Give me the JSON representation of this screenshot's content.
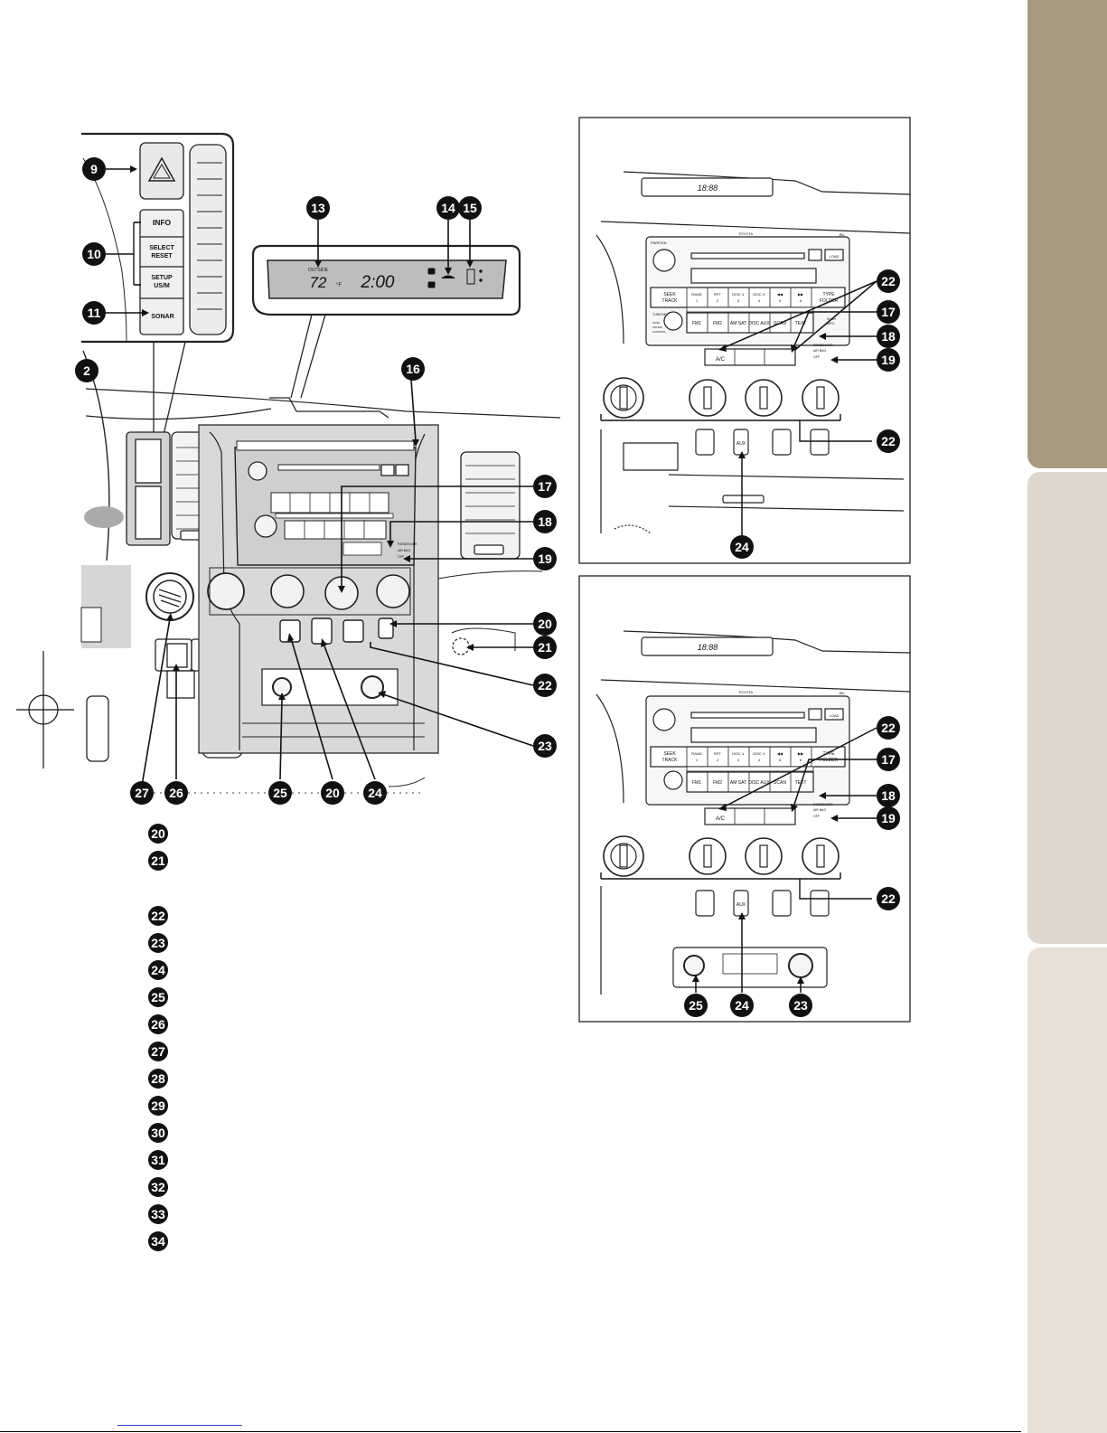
{
  "page": {
    "tabs": [
      {
        "name": "tab-top",
        "color": "#a89a82"
      },
      {
        "name": "tab-middle",
        "color": "#ddd7cd"
      },
      {
        "name": "tab-bottom",
        "color": "#e6e0d7"
      }
    ]
  },
  "left_figure": {
    "callouts": [
      "9",
      "10",
      "11",
      "2",
      "13",
      "14",
      "15",
      "16",
      "17",
      "18",
      "19",
      "20",
      "21",
      "22",
      "23",
      "24",
      "25",
      "26",
      "27"
    ],
    "bottom_callouts": [
      "27",
      "26",
      "25",
      "20",
      "24"
    ],
    "buttons": {
      "info": "INFO",
      "select_reset_1": "SELECT",
      "select_reset_2": "RESET",
      "setup_1": "SETUP",
      "setup_2": "US/M",
      "sonar": "SONAR"
    },
    "display": {
      "outside_label": "OUTSIDE",
      "temperature": "72",
      "temp_unit": "°F",
      "clock": "2:00"
    },
    "small_labels": {
      "airbag_1": "PASSENGER",
      "airbag_2": "AIR BAG",
      "airbag_3": "OFF"
    }
  },
  "right_top_figure": {
    "display": "18:88",
    "brand": "TOYOTA",
    "jbl": "JBL",
    "pwr_vol": "PWR/VOL",
    "load": "LOAD",
    "seek_track": [
      "SEEK",
      "TRACK"
    ],
    "type_folder": [
      "TYPE",
      "FOLDER"
    ],
    "presets": [
      {
        "top": "RAND",
        "bottom": "1"
      },
      {
        "top": "RPT",
        "bottom": "2"
      },
      {
        "top": "DISC ∨",
        "bottom": "3"
      },
      {
        "top": "DISC ∧",
        "bottom": "4"
      },
      {
        "top": "◀◀",
        "bottom": "5"
      },
      {
        "top": "▶▶",
        "bottom": "6"
      }
    ],
    "tune_sel": "TUNE/SEL",
    "push_sound": [
      "PUSH",
      "SOUND",
      "CONTROL"
    ],
    "sources": [
      "FM1",
      "FM2",
      "AM SAT",
      "DISC AUX",
      "SCAN",
      "TEXT"
    ],
    "scan_info": [
      "SCAN",
      "INFO"
    ],
    "climate_buttons": [
      "A/C",
      "",
      ""
    ],
    "airbag": [
      "PASSENGER",
      "AIR BAG",
      "OFF"
    ],
    "aux": "AUX",
    "callouts": [
      "22",
      "17",
      "18",
      "19",
      "22",
      "24"
    ]
  },
  "right_bottom_figure": {
    "display": "18:88",
    "brand": "TOYOTA",
    "jbl": "JBL",
    "load": "LOAD",
    "seek_track": [
      "SEEK",
      "TRACK"
    ],
    "type_folder": [
      "TYPE",
      "FOLDER"
    ],
    "presets": [
      {
        "top": "RAND",
        "bottom": "1"
      },
      {
        "top": "RPT",
        "bottom": "2"
      },
      {
        "top": "DISC ∨",
        "bottom": "3"
      },
      {
        "top": "DISC ∧",
        "bottom": "4"
      },
      {
        "top": "◀◀",
        "bottom": "5"
      },
      {
        "top": "▶▶",
        "bottom": "6"
      }
    ],
    "sources": [
      "FM1",
      "FM2",
      "AM SAT",
      "DISC AUX",
      "SCAN",
      "TEXT"
    ],
    "climate_buttons": [
      "A/C",
      "",
      ""
    ],
    "airbag": [
      "PASSENGER",
      "AIR BAG",
      "OFF"
    ],
    "aux": "AUX",
    "callouts": [
      "22",
      "17",
      "18",
      "19",
      "22",
      "25",
      "24",
      "23"
    ]
  },
  "legend": {
    "items": [
      "20",
      "21",
      "22",
      "23",
      "24",
      "25",
      "26",
      "27",
      "28",
      "29",
      "30",
      "31",
      "32",
      "33",
      "34"
    ]
  }
}
